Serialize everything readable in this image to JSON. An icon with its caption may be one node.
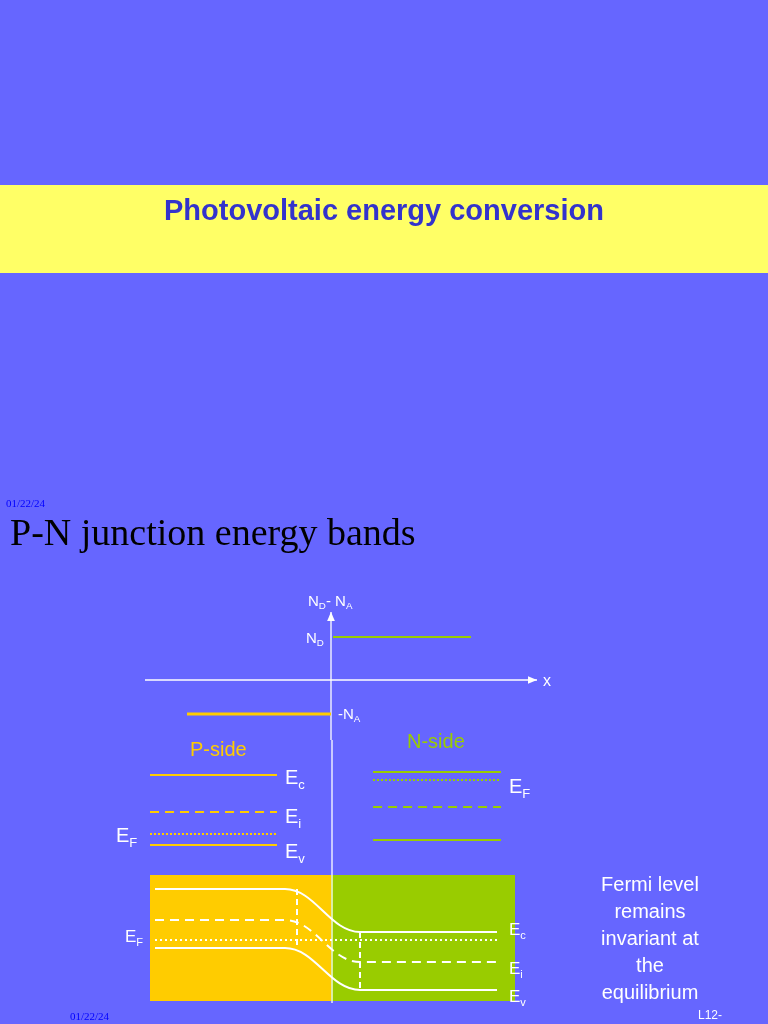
{
  "diagram": {
    "title": "Photovoltaic energy conversion",
    "labels": [
      "01/22/24",
      "P-N junction energy bands",
      "N$_{D}$- N$_{A}$",
      "N$_{D}$",
      "x",
      "-N$_{A}$",
      "P-side",
      "N-side",
      "E$_{c}$",
      "E$_{F}$",
      "E$_{i}$",
      "E$_{F}$",
      "E$_{v}$",
      "E$_{F}$",
      "Fermi level remains invariant at the equilibrium",
      "E$_{c}$",
      "E$_{i}$",
      "E$_{v}$",
      "01/22/24",
      "L12-"
    ]
  }
}
